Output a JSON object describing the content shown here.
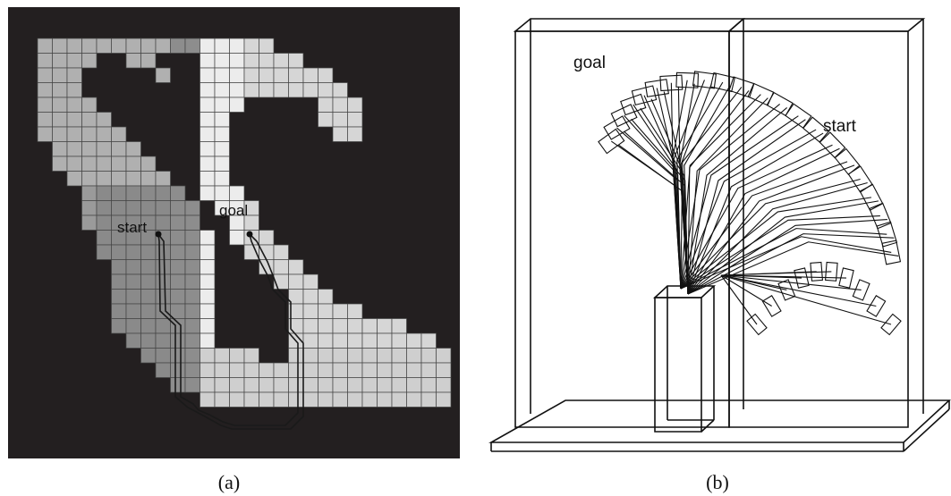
{
  "panel_a": {
    "start_label": "start",
    "goal_label": "goal",
    "caption": "(a)",
    "background_color": "#231f20"
  },
  "panel_b": {
    "start_label": "start",
    "goal_label": "goal",
    "caption": "(b)"
  }
}
